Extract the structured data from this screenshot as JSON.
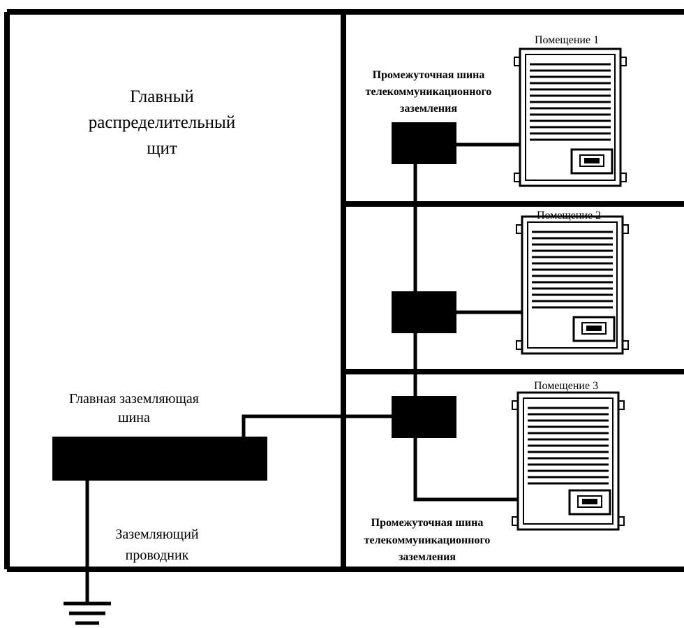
{
  "main_panel": {
    "title_lines": [
      "Главный",
      "распределительный",
      "щит"
    ]
  },
  "main_busbar": {
    "label_lines": [
      "Главная заземляющая",
      "шина"
    ]
  },
  "ground_conductor": {
    "label_lines": [
      "Заземляющий",
      "проводник"
    ]
  },
  "intermediate_busbar_top": {
    "label_lines": [
      "Промежуточная шина",
      "телекоммуникационного",
      "заземления"
    ]
  },
  "intermediate_busbar_bottom": {
    "label_lines": [
      "Промежуточная шина",
      "телекоммуникационного",
      "заземления"
    ]
  },
  "rooms": [
    {
      "label": "Помещение 1"
    },
    {
      "label": "Помещение 2"
    },
    {
      "label": "Помещение 3"
    }
  ]
}
